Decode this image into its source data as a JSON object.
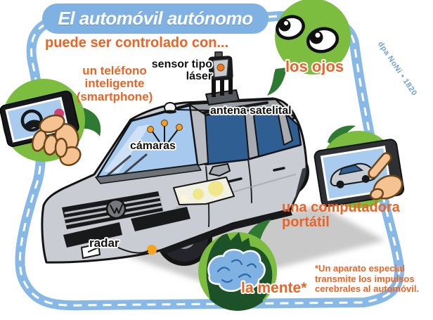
{
  "title": "El automóvil autónomo",
  "subtitle": "puede ser controlado con...",
  "credit": "dpa NoNi • 1820",
  "bubbles": {
    "smartphone": {
      "label": "un teléfono\ninteligente\n(smartphone)"
    },
    "eyes": {
      "label": "los ojos"
    },
    "laptop": {
      "label": "una computadora\nportátil"
    },
    "mind": {
      "label": "la mente*"
    }
  },
  "car_labels": {
    "laser_sensor": "sensor tipo\nláser",
    "satellite_antenna": "antena satelital",
    "cameras": "cámaras",
    "radar": "radar"
  },
  "footnote": "*Un aparato especial\ntransmite los impulsos\ncerebrales al automóvil.",
  "colors": {
    "orange": "#EB6325",
    "road_blue": "#88B9E6",
    "pill_blue": "#7FB2E3",
    "bubble_green": "#7CBD3F",
    "dark_green": "#2E7A33",
    "credit_blue": "#70A2D6"
  }
}
